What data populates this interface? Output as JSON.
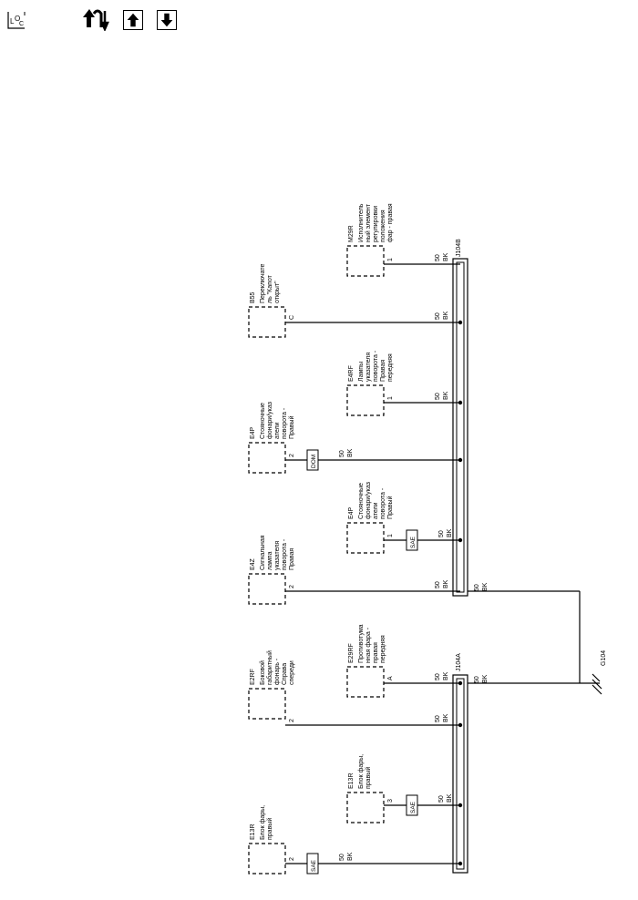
{
  "toolbar": {
    "loc_icon": "loc-icon",
    "wiring_icon": "wiring-icon",
    "up_icon": "arrow-up-icon",
    "down_icon": "arrow-down-icon",
    "loc_label": "LOC"
  },
  "connectors": {
    "top": "J104B",
    "bottom": "J104A"
  },
  "ground": {
    "label": "G104",
    "wire_size": "50",
    "wire_color": "BK"
  },
  "components": [
    {
      "id": "E13R",
      "name": "Блок фары, правый",
      "pin": "2",
      "wire_size": "50",
      "wire_color": "BK",
      "splice": "SAE"
    },
    {
      "id": "E13R",
      "name": "Блок фары, правый",
      "pin": "3",
      "wire_size": "50",
      "wire_color": "BK",
      "splice": "SAE"
    },
    {
      "id": "E2RF",
      "name": "Боковой габаритный фонарь - Справа спереди",
      "pin": "2",
      "wire_size": "50",
      "wire_color": "BK"
    },
    {
      "id": "E29RF",
      "name": "Противотуманная фара - правая передняя",
      "pin": "A",
      "wire_size": "50",
      "wire_color": "BK"
    },
    {
      "id": "E4Z",
      "name": "Сигнальная лампа указателя поворота - Правая",
      "pin": "2",
      "wire_size": "50",
      "wire_color": "BK"
    },
    {
      "id": "E4P",
      "name": "Стояночные фонари/указатели поворота - Правый",
      "pin": "1",
      "wire_size": "50",
      "wire_color": "BK",
      "splice": "SAE"
    },
    {
      "id": "E4P",
      "name": "Стояночные фонари/указатели поворота - Правый",
      "pin": "2",
      "wire_size": "50",
      "wire_color": "BK",
      "splice": "DOM"
    },
    {
      "id": "E4RF",
      "name": "Лампы указателя поворота - Правая передняя",
      "pin": "1",
      "wire_size": "50",
      "wire_color": "BK"
    },
    {
      "id": "B55",
      "name": "Переключатель \"Капот открыт\"",
      "pin": "C",
      "wire_size": "50",
      "wire_color": "BK"
    },
    {
      "id": "M29R",
      "name": "Исполнительный элемент регулировки положения фар - правая",
      "pin": "1",
      "wire_size": "50",
      "wire_color": "BK"
    }
  ],
  "lines": {
    "c0": [
      "Блок фары,",
      "правый"
    ],
    "c1": [
      "Блок фары,",
      "правый"
    ],
    "c2": [
      "Боковой",
      "габаритный",
      "фонарь -",
      "Справа",
      "спереди"
    ],
    "c3": [
      "Противотума",
      "нная фара -",
      "правая",
      "передняя"
    ],
    "c4": [
      "Сигнальная",
      "лампа",
      "указателя",
      "поворота -",
      "Правая"
    ],
    "c5": [
      "Стояночные",
      "фонари/указ",
      "атели",
      "поворота -",
      "Правый"
    ],
    "c6": [
      "Стояночные",
      "фонари/указ",
      "атели",
      "поворота -",
      "Правый"
    ],
    "c7": [
      "Лампы",
      "указателя",
      "поворота -",
      "Правая",
      "передняя"
    ],
    "c8": [
      "Переключате",
      "ль \"Капот",
      "открыт\""
    ],
    "c9": [
      "Исполнитель",
      "ный элемент",
      "регулировки",
      "положения",
      "фар - правая"
    ]
  }
}
